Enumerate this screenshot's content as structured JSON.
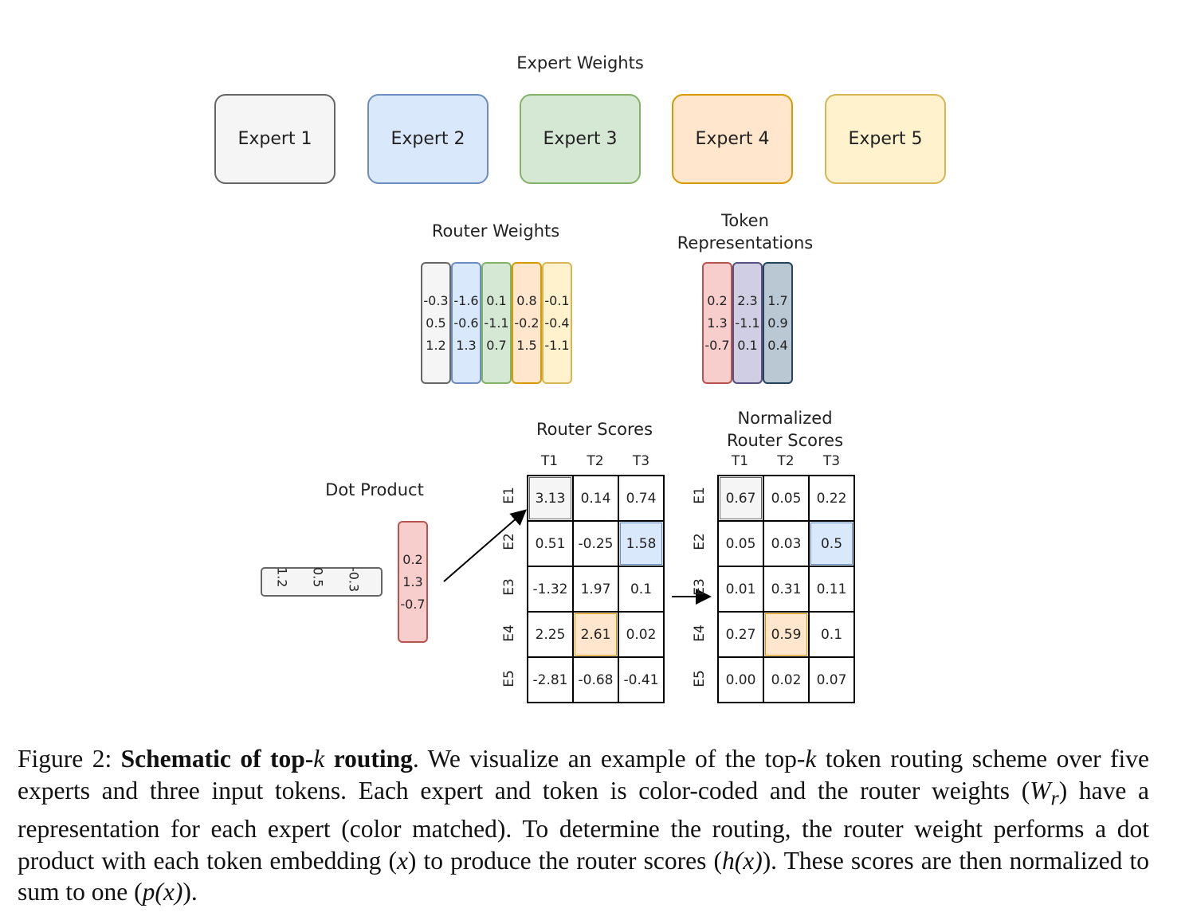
{
  "titles": {
    "expert_weights": "Expert Weights",
    "router_weights": "Router Weights",
    "token_reps": "Token Representations",
    "router_scores": "Router Scores",
    "normalized": "Normalized Router Scores",
    "dot_product": "Dot Product"
  },
  "experts": [
    {
      "label": "Expert 1",
      "fill": "#f5f5f5",
      "stroke": "#666666"
    },
    {
      "label": "Expert 2",
      "fill": "#dae8fc",
      "stroke": "#6c8ebf"
    },
    {
      "label": "Expert 3",
      "fill": "#d5e8d4",
      "stroke": "#82b366"
    },
    {
      "label": "Expert 4",
      "fill": "#ffe6cc",
      "stroke": "#d79b00"
    },
    {
      "label": "Expert 5",
      "fill": "#fff2cc",
      "stroke": "#d6b656"
    }
  ],
  "router_weights": [
    [
      "-0.3",
      "0.5",
      "1.2"
    ],
    [
      "-1.6",
      "-0.6",
      "1.3"
    ],
    [
      "0.1",
      "-1.1",
      "0.7"
    ],
    [
      "0.8",
      "-0.2",
      "1.5"
    ],
    [
      "-0.1",
      "-0.4",
      "-1.1"
    ]
  ],
  "tokens": [
    {
      "values": [
        "0.2",
        "1.3",
        "-0.7"
      ],
      "fill": "#f8cecc",
      "stroke": "#b85450"
    },
    {
      "values": [
        "2.3",
        "-1.1",
        "0.1"
      ],
      "fill": "#d0cee2",
      "stroke": "#56517e"
    },
    {
      "values": [
        "1.7",
        "0.9",
        "0.4"
      ],
      "fill": "#bac8d3",
      "stroke": "#23445d"
    }
  ],
  "dot_product": {
    "expert_vector": [
      "-0.3",
      "0.5",
      "1.2"
    ],
    "token_vector": [
      "0.2",
      "1.3",
      "-0.7"
    ]
  },
  "columns": [
    "T1",
    "T2",
    "T3"
  ],
  "rows": [
    "E1",
    "E2",
    "E3",
    "E4",
    "E5"
  ],
  "router_scores": [
    [
      "3.13",
      "0.14",
      "0.74"
    ],
    [
      "0.51",
      "-0.25",
      "1.58"
    ],
    [
      "-1.32",
      "1.97",
      "0.1"
    ],
    [
      "2.25",
      "2.61",
      "0.02"
    ],
    [
      "-2.81",
      "-0.68",
      "-0.41"
    ]
  ],
  "normalized_scores": [
    [
      "0.67",
      "0.05",
      "0.22"
    ],
    [
      "0.05",
      "0.03",
      "0.5"
    ],
    [
      "0.01",
      "0.31",
      "0.11"
    ],
    [
      "0.27",
      "0.59",
      "0.1"
    ],
    [
      "0.00",
      "0.02",
      "0.07"
    ]
  ],
  "highlights": [
    {
      "row": 0,
      "col": 0,
      "fill": "#f5f5f5",
      "stroke": "#666666"
    },
    {
      "row": 1,
      "col": 2,
      "fill": "#dae8fc",
      "stroke": "#6c8ebf"
    },
    {
      "row": 3,
      "col": 1,
      "fill": "#ffe6cc",
      "stroke": "#d79b00"
    }
  ],
  "caption": {
    "prefix": "Figure 2: ",
    "bold": "Schematic of top-",
    "bold_k": "k",
    "bold_end": " routing",
    "t1": ". We visualize an example of the top-",
    "k": "k",
    "t2": " token routing scheme over five experts and three input tokens. Each expert and token is color-coded and the router weights (",
    "wr": "W",
    "wr_sub": "r",
    "t3": ") have a representation for each expert (color matched). To determine the routing, the router weight performs a dot product with each token embedding (",
    "x": "x",
    "t4": ") to produce the router scores (",
    "hx": "h(x)",
    "t5": "). These scores are then normalized to sum to one (",
    "px": "p(x)",
    "t6": ")."
  }
}
